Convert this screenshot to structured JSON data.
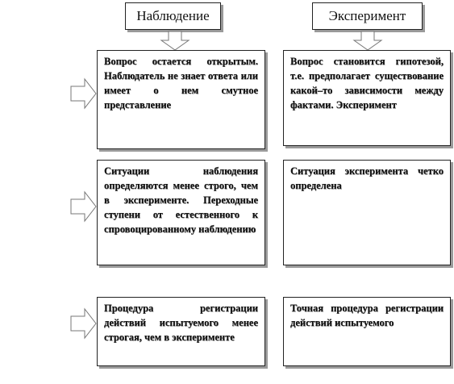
{
  "headers": {
    "left": "Наблюдение",
    "right": "Эксперимент"
  },
  "rows": [
    {
      "left": "Вопрос остается открытым. Наблюдатель не знает ответа или имеет о нем смутное представление",
      "right": "Вопрос становится гипотезой, т.е. предполагает существование какой–то зависимости между фактами. Эксперимент"
    },
    {
      "left": "Ситуации наблюдения определяются менее строго, чем в эксперименте. Переходные ступени от естественного к спровоцированному наблюдению",
      "right": "Ситуация эксперимента четко определена"
    },
    {
      "left": "Процедура регистрации действий испытуемого менее строгая, чем в эксперименте",
      "right": "Точная процедура регистрации действий испытуемого"
    }
  ]
}
